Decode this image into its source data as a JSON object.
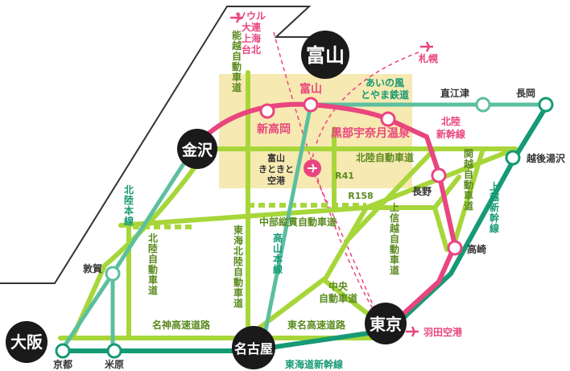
{
  "colors": {
    "shinkansen_hokuriku": "#e9457f",
    "shinkansen_tokaido_joetsu": "#159a75",
    "expressway": "#a7d63a",
    "jr_line": "#5cbf9f",
    "flight": "#e9457f",
    "toyama_area": "#f6e9b1",
    "coast": "#333333",
    "hub": "#1a1a1a"
  },
  "hubs": {
    "toyama": "富山",
    "kanazawa": "金沢",
    "tokyo": "東京",
    "nagoya": "名古屋",
    "osaka": "大阪"
  },
  "stations": {
    "toyama": "富山",
    "shin_takaoka": "新高岡",
    "kurobe_unazuki": "黒部宇奈月温泉",
    "nagano": "長野",
    "takasaki": "高崎",
    "naoetsu": "直江津",
    "nagaoka": "長岡",
    "echigo_yuzawa": "越後湯沢",
    "tsuruga": "敦賀",
    "kyoto": "京都",
    "maibara": "米原",
    "toyama_airport": "富山\nきときと\n空港",
    "haneda": "羽田空港"
  },
  "routes": {
    "hokuriku_shinkansen": "北陸\n新幹線",
    "joetsu_shinkansen": "上越新幹線",
    "tokaido_shinkansen": "東海道新幹線",
    "hokuriku_honsen": "北陸本線",
    "takayama_honsen": "高山本線",
    "ainokaze": "あいの風\nとやま鉄道",
    "hokuriku_expressway": "北陸自動車道",
    "hokuriku_expressway_v": "北陸自動車道",
    "noetsu_expressway": "能越自動車道",
    "chubu_jukan": "中部縦貫自動車道",
    "tokai_hokuriku": "東海北陸自動車道",
    "kan_etsu": "関越自動車道",
    "joshinetsu": "上信越自動車道",
    "chuo": "中央\n自動車道",
    "meishin": "名神高速道路",
    "tomei": "東名高速道路",
    "r41": "R41",
    "r158": "R158"
  },
  "flights": {
    "asia": "ソウル\n大連\n上海\n台北",
    "sapporo": "札幌"
  }
}
